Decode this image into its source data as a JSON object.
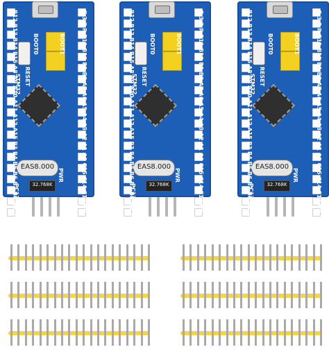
{
  "boards": [
    {
      "crystal_label": "EAS8.000",
      "rtc_label": "32.768K"
    },
    {
      "crystal_label": "EAS8.000",
      "rtc_label": "32.768K"
    },
    {
      "crystal_label": "EAS8.000",
      "rtc_label": "32.768K"
    }
  ],
  "labels": {
    "stm": "STM32",
    "reset": "RESET",
    "boot0": "BOOT0",
    "boot1": "BOOT1",
    "pwr": "PWR",
    "pc13": "PC13",
    "left_col": "B12 B13 B14 B15 A8 A9 A10 A11 A12 A15 B3 B4 B5 B6 B7 B8 B9 5V G 3.3",
    "right_col": "G 3.3 R B11 B10 B1 B0 A7 A6 A5 A4 A3 A2 A1 A0 C15 C14 C13 VB"
  }
}
